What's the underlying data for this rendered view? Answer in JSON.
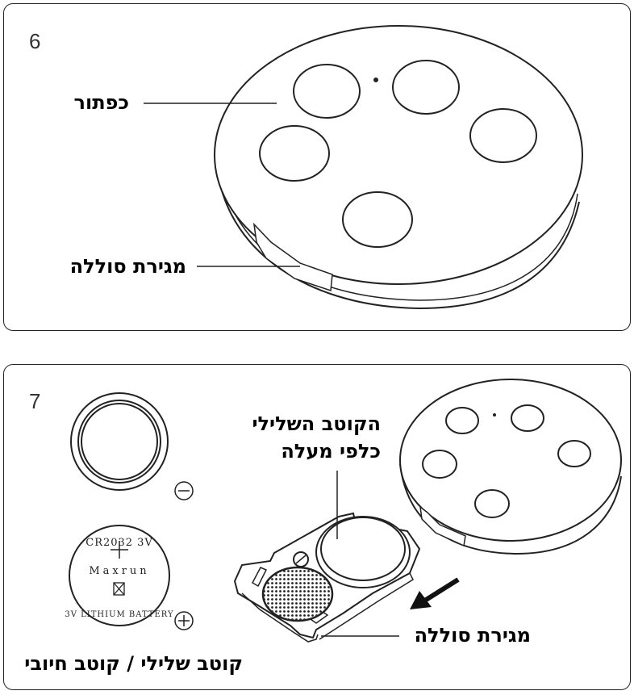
{
  "panel6": {
    "step": "6",
    "label_button": "כפתור",
    "label_tray": "מגירת סוללה"
  },
  "panel7": {
    "step": "7",
    "label_negative_up_line1": "הקוטב השלילי",
    "label_negative_up_line2": "כלפי מעלה",
    "label_tray": "מגירת סוללה",
    "label_polarity": "קוטב שלילי / קוטב חיובי",
    "battery": {
      "model": "CR2032",
      "voltage": "3V",
      "brand": "Maxrun",
      "type_text": "3V LITHIUM BATTERY"
    },
    "minus_symbol": "−",
    "plus_symbol": "+"
  }
}
